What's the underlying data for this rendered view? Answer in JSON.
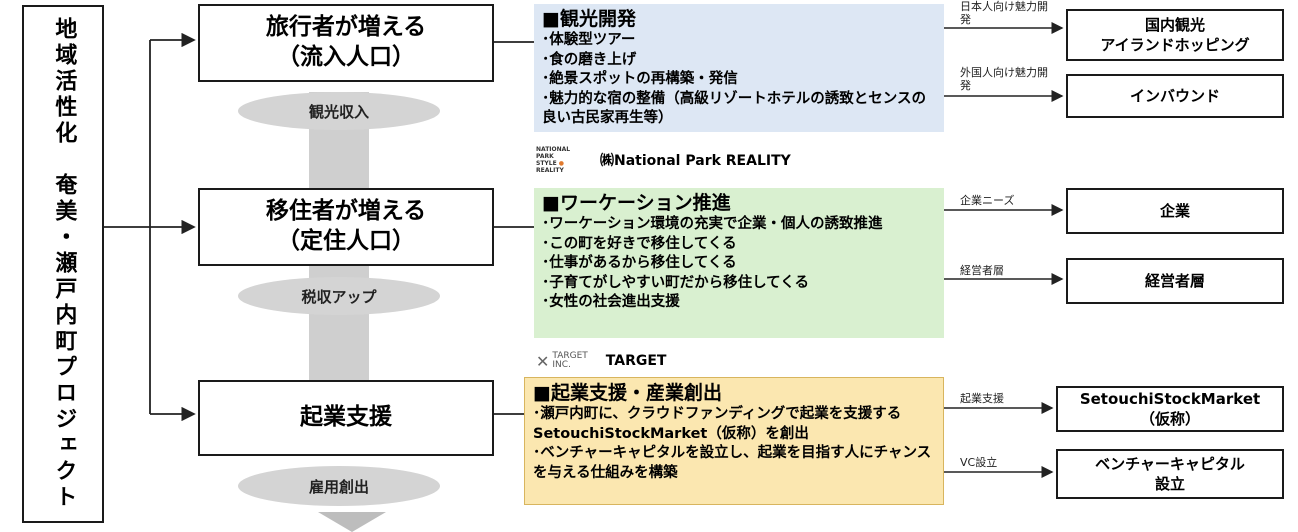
{
  "project_title": "地域活性化　奄美・瀬戸内町プロジェクト",
  "stages": [
    {
      "title": "旅行者が増える",
      "subtitle": "（流入人口）"
    },
    {
      "title": "移住者が増える",
      "subtitle": "（定住人口）"
    },
    {
      "title": "起業支援",
      "subtitle": ""
    }
  ],
  "results": [
    "観光収入",
    "税収アップ",
    "雇用創出"
  ],
  "partners": [
    {
      "logo_text": "NATIONAL PARK STYLE REALITY",
      "name": "㈱National Park REALITY"
    },
    {
      "logo_text": "TARGET INC.",
      "name": "TARGET"
    }
  ],
  "panels": [
    {
      "title": "■観光開発",
      "items": [
        "･体験型ツアー",
        "･食の磨き上げ",
        "･絶景スポットの再構築・発信",
        "･魅力的な宿の整備（高級リゾートホテルの誘致とセンスの良い古民家再生等）"
      ],
      "color": "#dde7f4"
    },
    {
      "title": "■ワーケーション推進",
      "items": [
        "･ワーケーション環境の充実で企業・個人の誘致推進",
        "･この町を好きで移住してくる",
        "･仕事があるから移住してくる",
        "･子育てがしやすい町だから移住してくる",
        "･女性の社会進出支援"
      ],
      "color": "#d9f0d0"
    },
    {
      "title": "■起業支援・産業創出",
      "items": [
        "･瀬戸内町に、クラウドファンディングで起業を支援するSetouchiStockMarket（仮称）を創出",
        "･ベンチャーキャピタルを設立し、起業を目指す人にチャンスを与える仕組みを構築"
      ],
      "color": "#fbe7b0"
    }
  ],
  "outputs": [
    {
      "label": "日本人向け魅力開発",
      "lines": [
        "国内観光",
        "アイランドホッピング"
      ]
    },
    {
      "label": "外国人向け魅力開発",
      "lines": [
        "インバウンド"
      ]
    },
    {
      "label": "企業ニーズ",
      "lines": [
        "企業"
      ]
    },
    {
      "label": "経営者層",
      "lines": [
        "経営者層"
      ]
    },
    {
      "label": "起業支援",
      "lines": [
        "SetouchiStockMarket",
        "（仮称）"
      ]
    },
    {
      "label": "VC設立",
      "lines": [
        "ベンチャーキャピタル",
        "設立"
      ]
    }
  ]
}
